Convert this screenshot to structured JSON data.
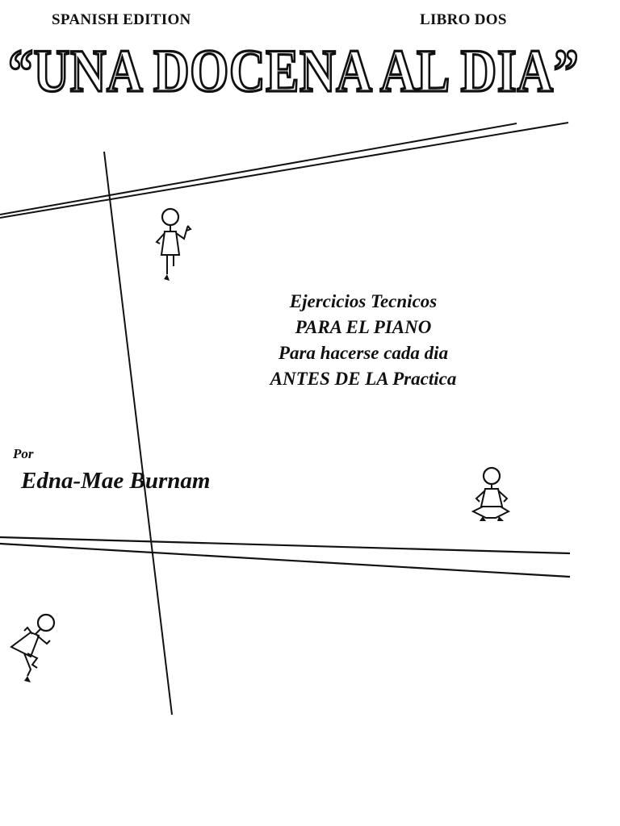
{
  "header": {
    "edition": "SPANISH EDITION",
    "book": "LIBRO DOS"
  },
  "title": "“UNA DOCENA AL DIA”",
  "subtitle": {
    "line1": "Ejercicios Tecnicos",
    "line2": "PARA EL PIANO",
    "line3": "Para hacerse cada dia",
    "line4": "ANTES DE LA Practica"
  },
  "author": {
    "by_label": "Por",
    "name": "Edna-Mae Burnam"
  },
  "icons": {
    "figure_top": "stick-figure-standing-icon",
    "figure_right": "stick-figure-sitting-icon",
    "figure_bottom": "stick-figure-falling-icon"
  }
}
